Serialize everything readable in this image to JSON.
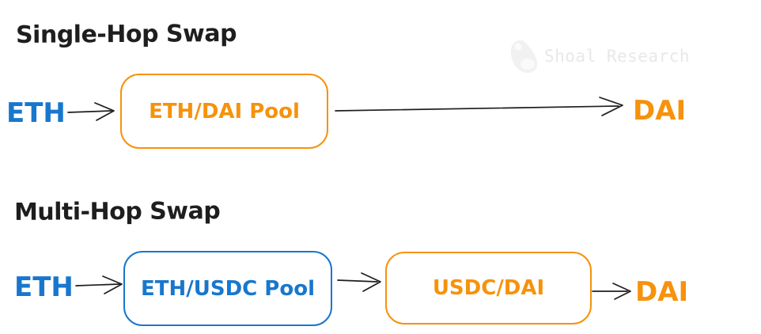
{
  "watermark": {
    "label": "Shoal Research",
    "icon": "shell-icon"
  },
  "colors": {
    "background": "#ffffff",
    "ink": "#1e1e1e",
    "blue": "#1877cd",
    "orange": "#f6920b",
    "watermark_text": "#e8e8e8",
    "watermark_shell": "#f1f1f1"
  },
  "sections": [
    {
      "title": "Single-Hop Swap",
      "input": "ETH",
      "pools": [
        "ETH/DAI Pool"
      ],
      "output": "DAI"
    },
    {
      "title": "Multi-Hop Swap",
      "input": "ETH",
      "pools": [
        "ETH/USDC Pool",
        "USDC/DAI"
      ],
      "output": "DAI"
    }
  ]
}
